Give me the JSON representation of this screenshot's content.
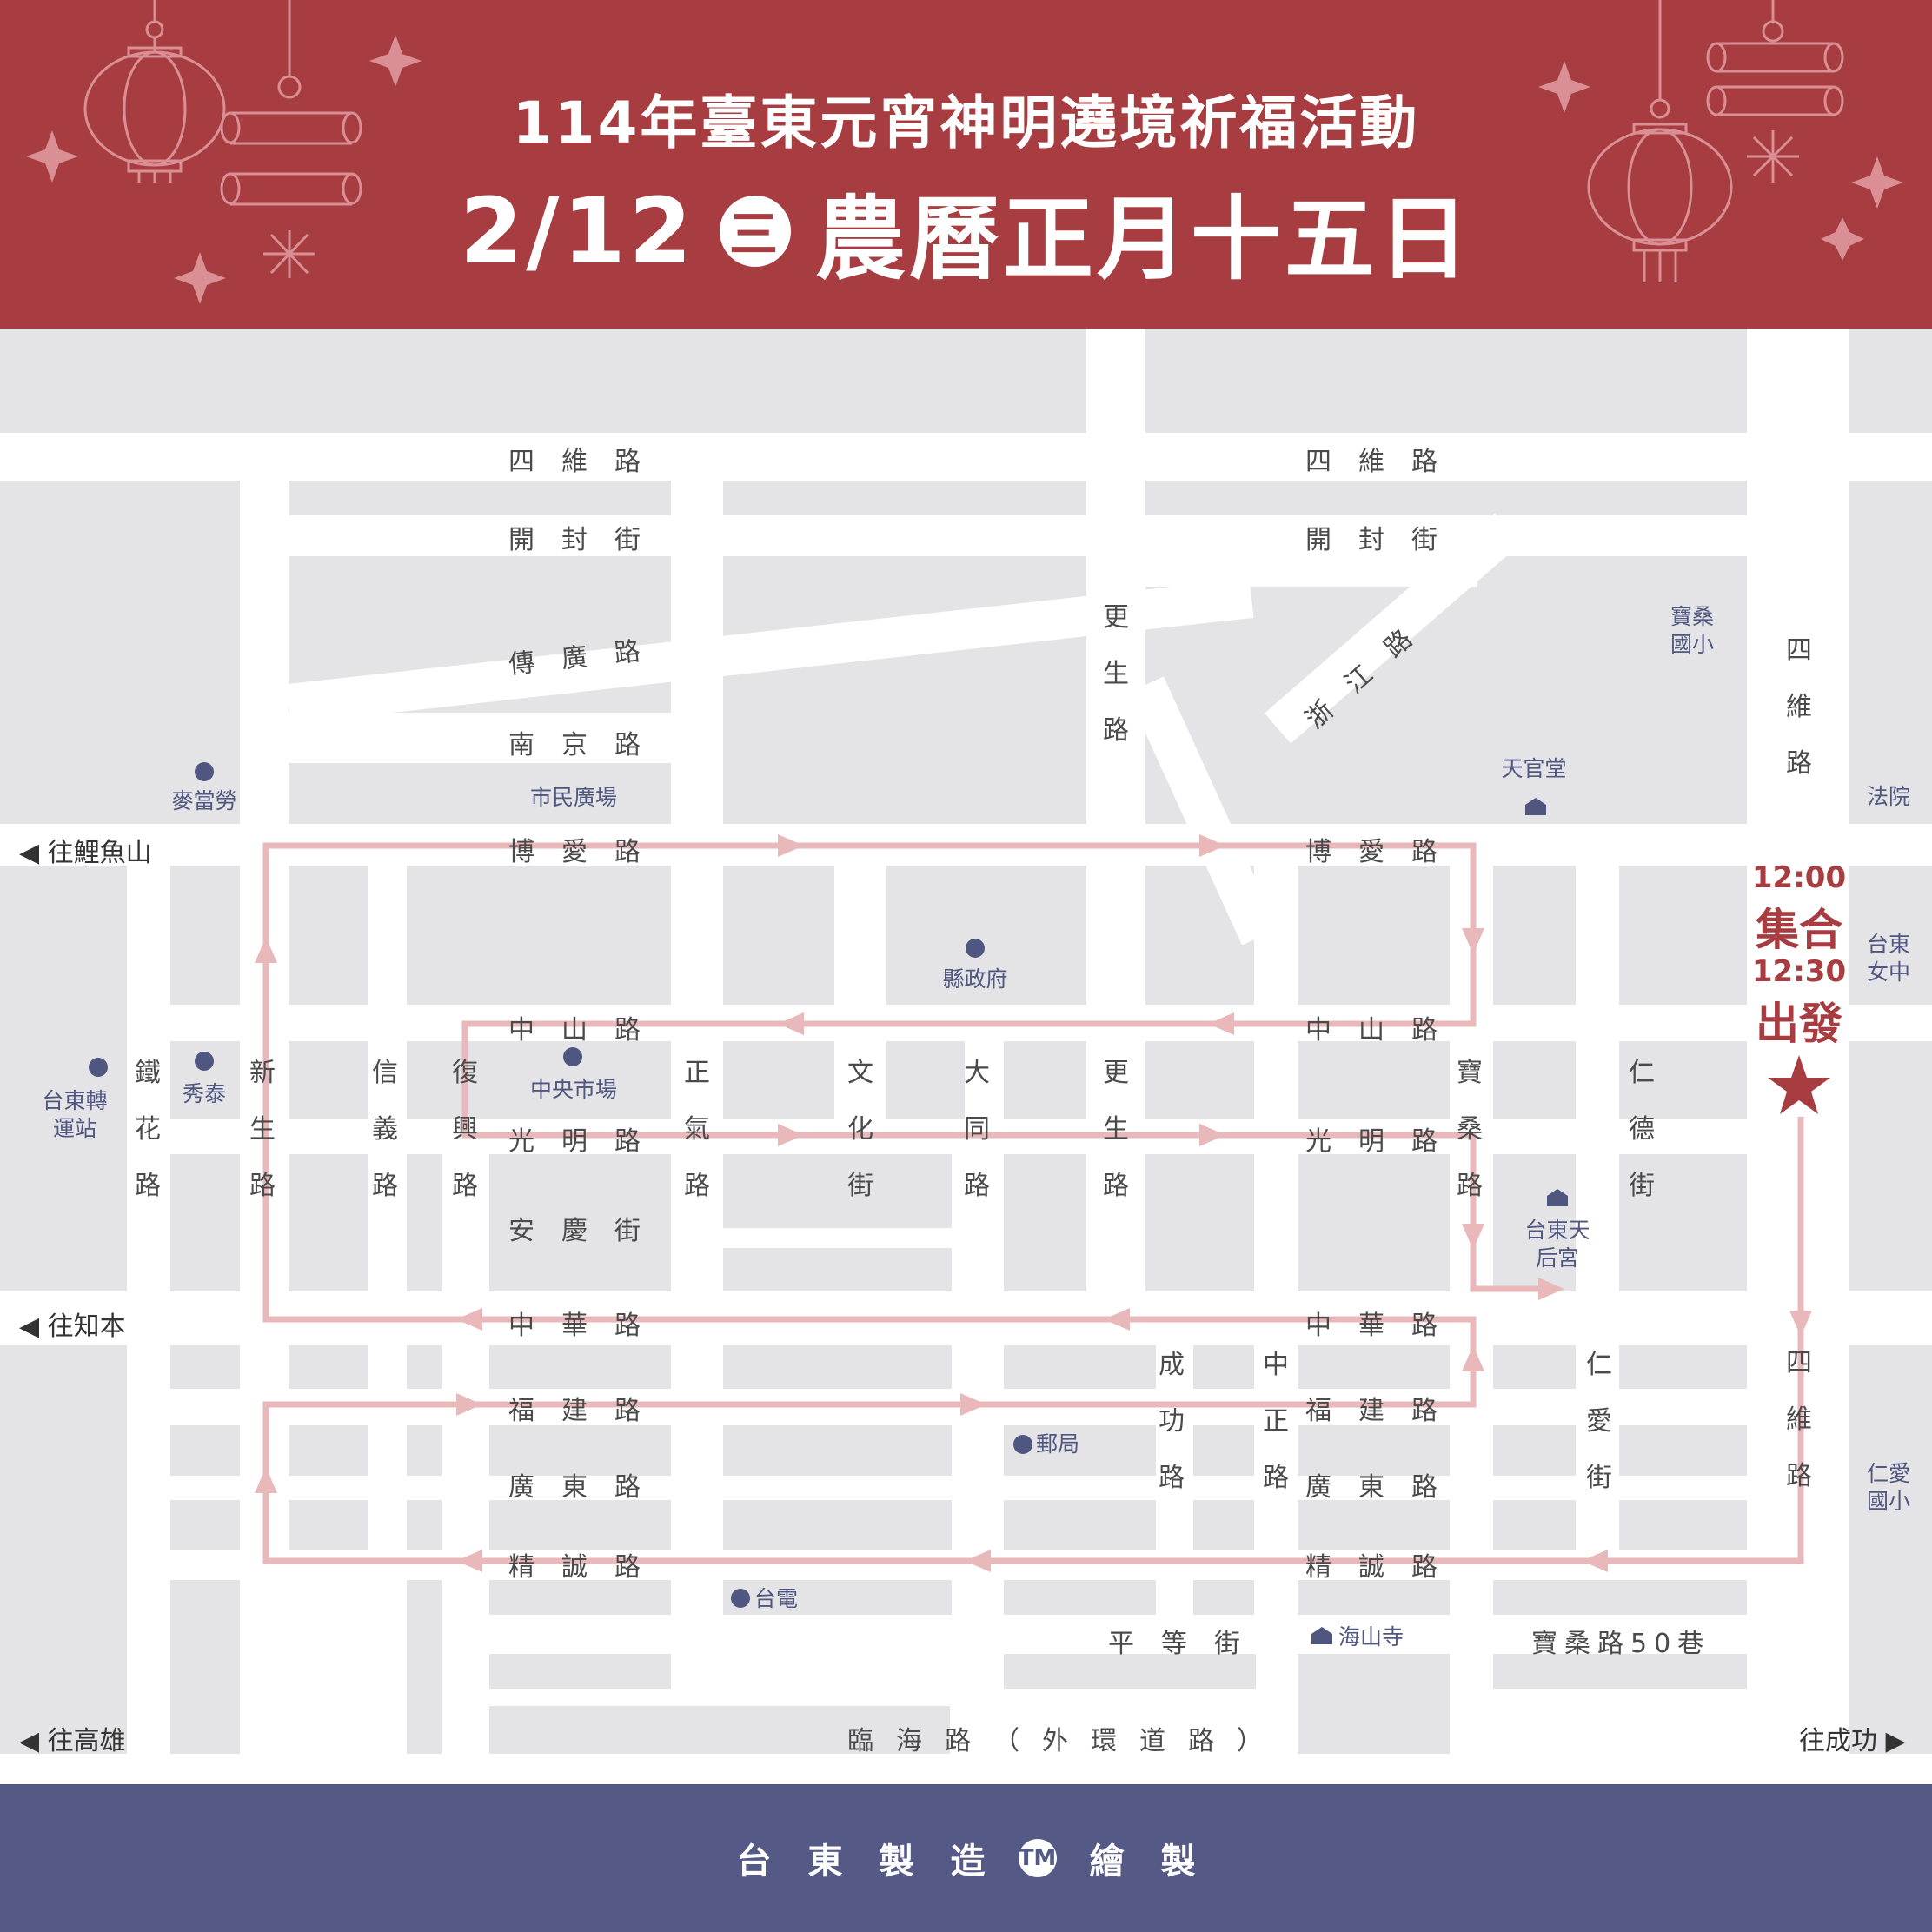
{
  "header": {
    "title": "114年臺東元宵神明遶境祈福活動",
    "date": "2/12",
    "weekday": "三",
    "lunar_date": "農曆正月十五日"
  },
  "schedule": {
    "gather_time": "12:00",
    "gather_label": "集合",
    "depart_time": "12:30",
    "depart_label": "出發"
  },
  "directions": {
    "liyushan": "◀ 往鯉魚山",
    "zhiben": "◀ 往知本",
    "kaohsiung": "◀ 往高雄",
    "chenggong": "往成功 ▶"
  },
  "streets": {
    "siwei_w": "四維路",
    "siwei_e": "四維路",
    "kaifeng_w": "開封街",
    "kaifeng_e": "開封街",
    "chuanguang": "傳廣路",
    "nanjing": "南京路",
    "zhejiang": "浙江路",
    "boai_w": "博愛路",
    "boai_e": "博愛路",
    "zhongshan_w": "中山路",
    "zhongshan_e": "中山路",
    "guangming_w": "光明路",
    "guangming_e": "光明路",
    "anqing": "安慶街",
    "zhonghua_w": "中華路",
    "zhonghua_e": "中華路",
    "fujian_w": "福建路",
    "fujian_e": "福建路",
    "guangdong_w": "廣東路",
    "guangdong_e": "廣東路",
    "jingcheng_w": "精誠路",
    "jingcheng_e": "精誠路",
    "pingdeng": "平等街",
    "baosang50": "寶桑路50巷",
    "linhai": "臨海路（外環道路）",
    "gengsheng_n": "更生路",
    "gengsheng_s": "更生路",
    "siwei_v_n": "四維路",
    "siwei_v_s": "四維路",
    "tiehua": "鐵花路",
    "xinsheng": "新生路",
    "xinyi": "信義路",
    "fuxing": "復興路",
    "zhengqi": "正氣路",
    "wenhua": "文化街",
    "datong": "大同路",
    "baosang": "寶桑路",
    "rende": "仁德街",
    "chenggong_rd": "成功路",
    "zhongzheng": "中正路",
    "renai": "仁愛街"
  },
  "landmarks": {
    "mcdonalds": "麥當勞",
    "civic_plaza": "市民廣場",
    "tianguan": "天官堂",
    "baosang_school": "寶桑國小",
    "court": "法院",
    "county_gov": "縣政府",
    "taitung_girls": "台東女中",
    "bus_station": "台東轉運站",
    "xiutai": "秀泰",
    "central_market": "中央市場",
    "tianhou": "台東天后宮",
    "post_office": "郵局",
    "renai_school": "仁愛國小",
    "taipower": "台電",
    "haishan": "海山寺"
  },
  "footer": {
    "chars": [
      "台",
      "東",
      "製",
      "造"
    ],
    "logo": "TM",
    "suffix": [
      "繪",
      "製"
    ]
  },
  "colors": {
    "header_bg": "#a83d41",
    "footer_bg": "#555986",
    "block": "#e4e4e6",
    "route": "#e8b8ba",
    "landmark": "#4f5680",
    "accent": "#a83d41"
  }
}
